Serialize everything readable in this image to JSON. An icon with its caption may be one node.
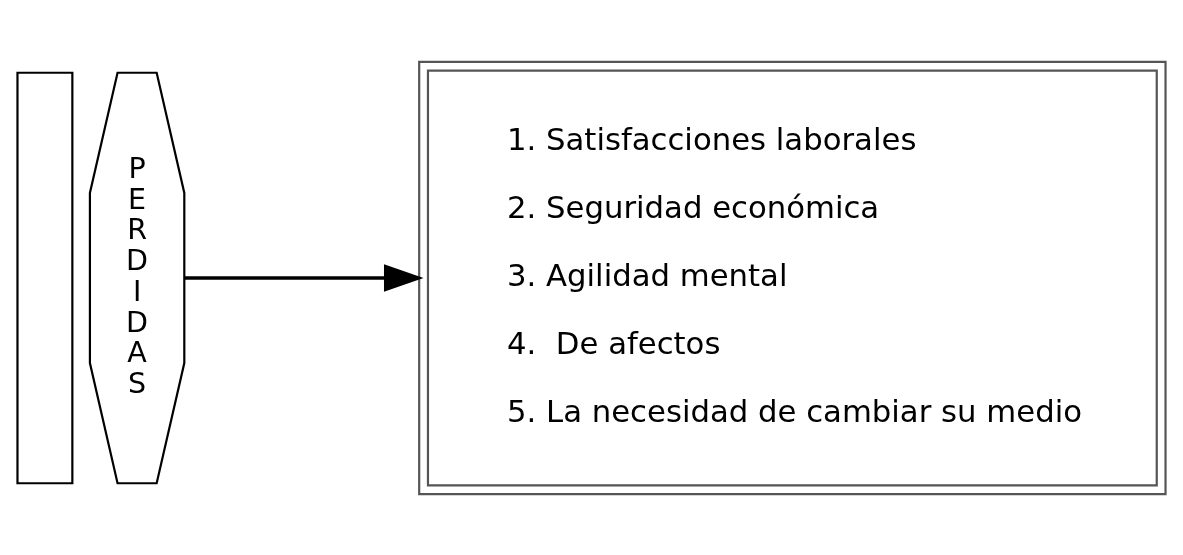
{
  "diagram": {
    "nodes": [
      {
        "text": [],
        "shape": "box"
      },
      {
        "text": [
          "PERDIDAS"
        ]
      },
      {
        "text": [
          "1. Satisfacciones laborales",
          "2. Seguridad económica",
          "3. Agilidad mental",
          "4.  De afectos",
          "5. La necesidad de cambiar su medio"
        ]
      }
    ],
    "edges": [
      {
        "from": 1,
        "to": 2,
        "arrow": "to"
      }
    ]
  }
}
